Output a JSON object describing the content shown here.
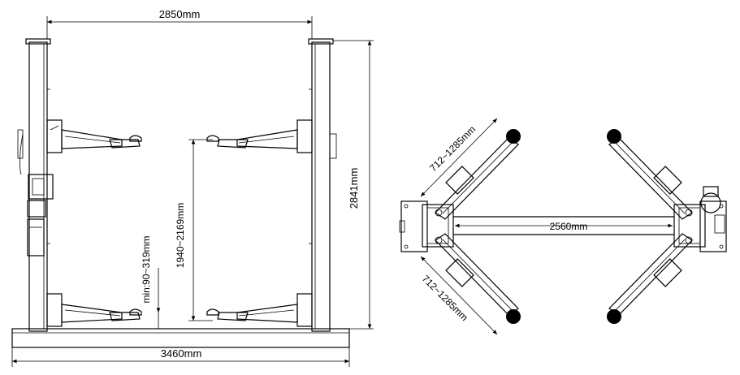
{
  "front_view": {
    "dim_top": "2850mm",
    "dim_bottom": "3460mm",
    "dim_right": "2841mm",
    "dim_lift_range": "1940~2169mm",
    "dim_min_height": "min:90~319mm"
  },
  "top_view": {
    "dim_span": "2560mm",
    "dim_arm_upper": "712~1285mm",
    "dim_arm_lower": "712~1285mm"
  }
}
